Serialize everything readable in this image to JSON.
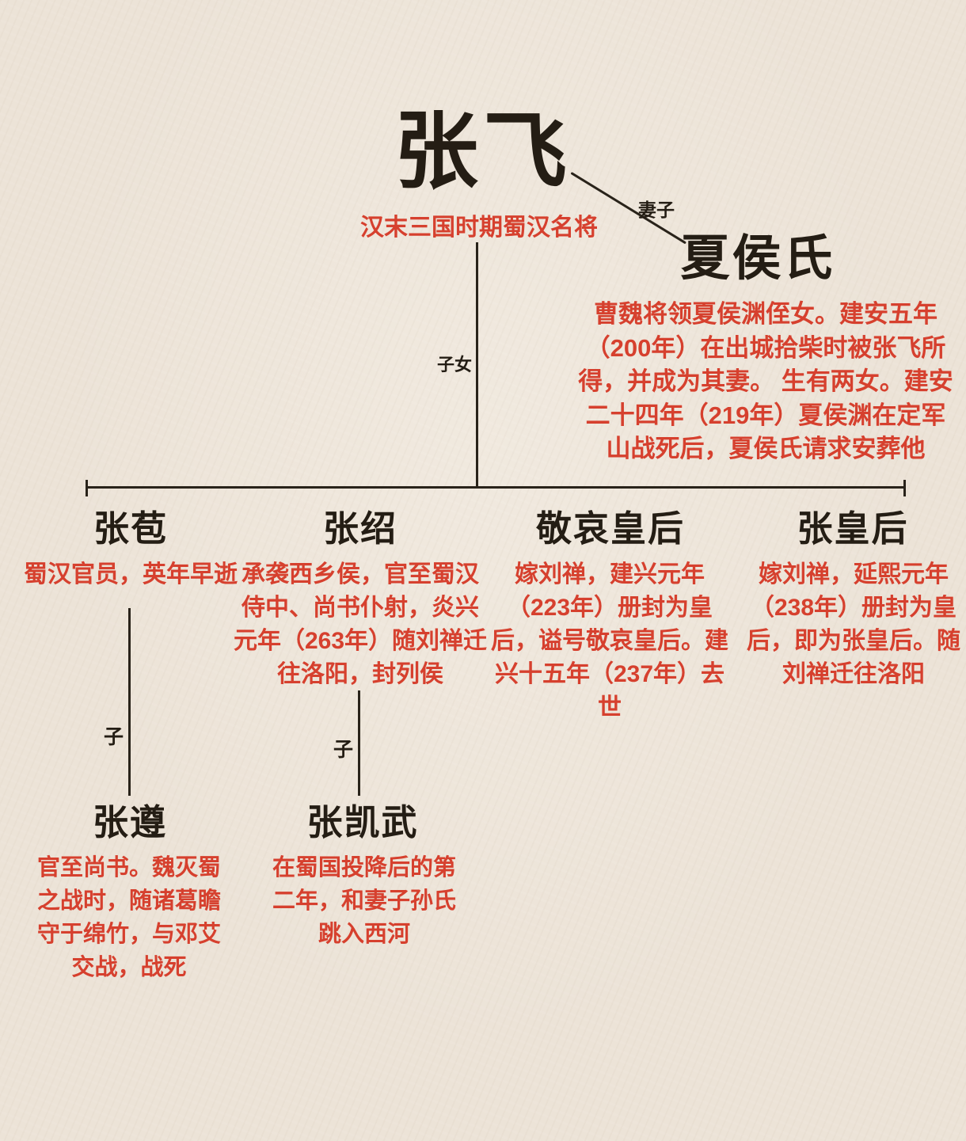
{
  "colors": {
    "background": "#ece3d7",
    "ink": "#241d14",
    "accent_red": "#d6402e"
  },
  "root": {
    "name": "张飞",
    "subtitle": "汉末三国时期蜀汉名将"
  },
  "edges": {
    "spouse_label": "妻子",
    "children_label": "子女"
  },
  "spouse": {
    "name": "夏侯氏",
    "description": "曹魏将领夏侯渊侄女。建安五年（200年）在出城拾柴时被张飞所得，并成为其妻。 生有两女。建安二十四年（219年）夏侯渊在定军山战死后，夏侯氏请求安葬他"
  },
  "children": [
    {
      "name": "张苞",
      "description": "蜀汉官员，英年早逝"
    },
    {
      "name": "张绍",
      "description": "承袭西乡侯，官至蜀汉侍中、尚书仆射，炎兴元年（263年）随刘禅迁往洛阳，封列侯"
    },
    {
      "name": "敬哀皇后",
      "description": "嫁刘禅，建兴元年（223年）册封为皇后，谥号敬哀皇后。建兴十五年（237年）去世"
    },
    {
      "name": "张皇后",
      "description": "嫁刘禅，延熙元年（238年）册封为皇后，即为张皇后。随刘禅迁往洛阳"
    }
  ],
  "grandchildren": [
    {
      "relation": "子",
      "name": "张遵",
      "description": "官至尚书。魏灭蜀之战时，随诸葛瞻守于绵竹，与邓艾交战，战死"
    },
    {
      "relation": "子",
      "name": "张凯武",
      "description": "在蜀国投降后的第二年，和妻子孙氏跳入西河"
    }
  ]
}
